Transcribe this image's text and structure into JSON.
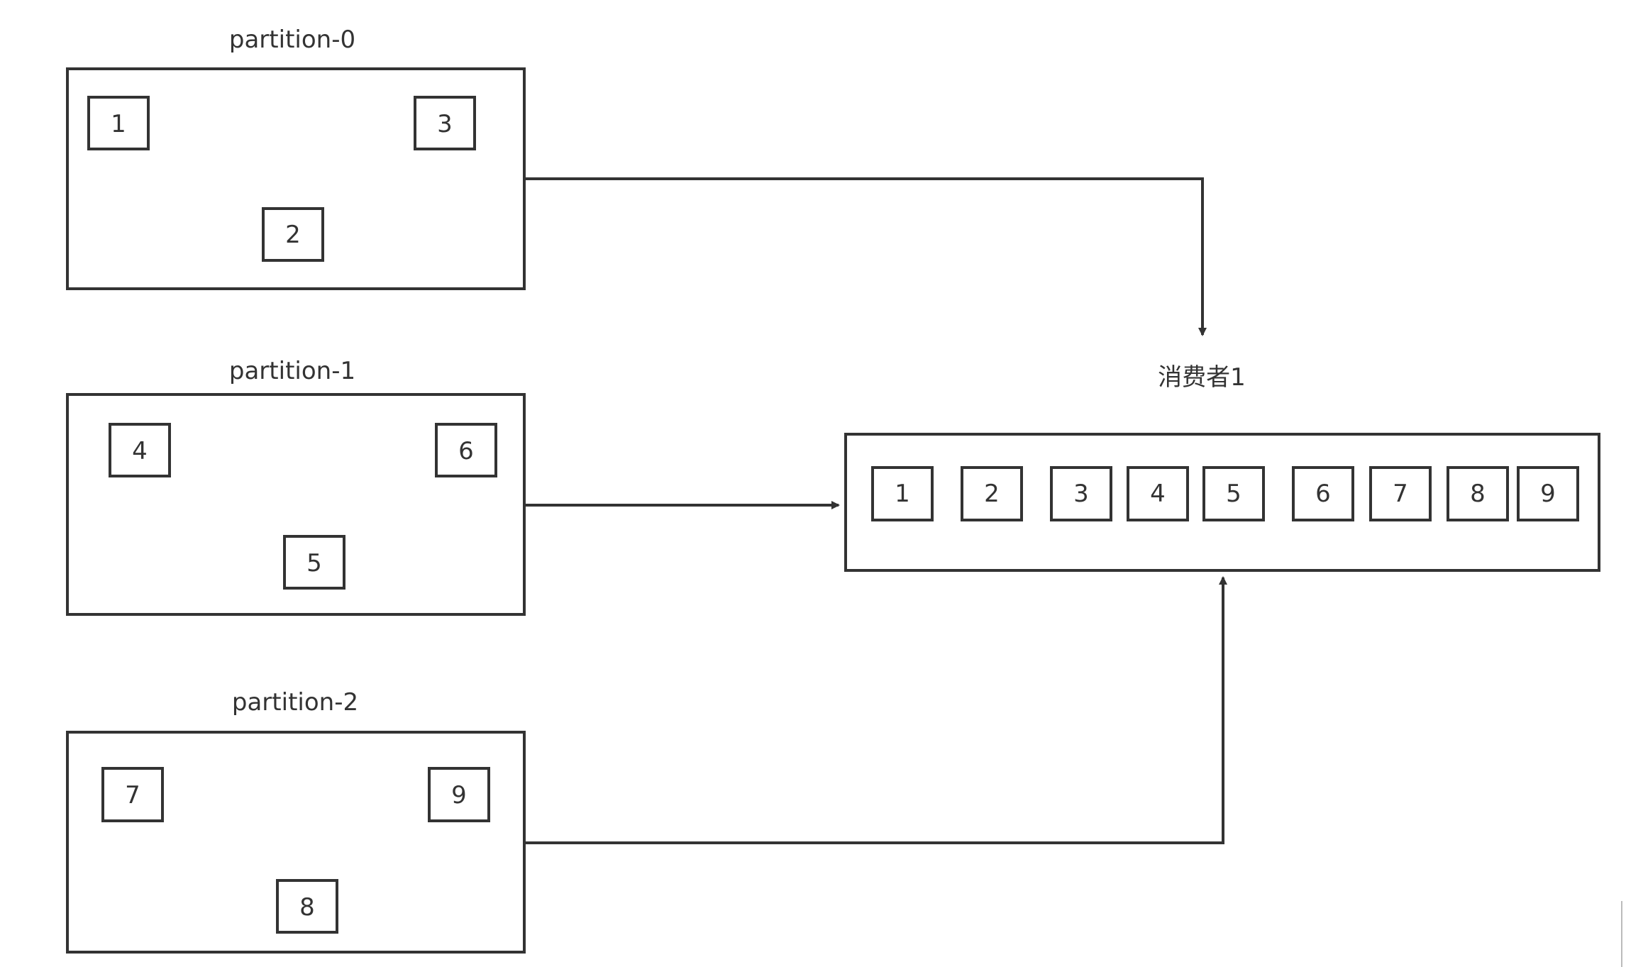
{
  "partitions": [
    {
      "id": "partition-0",
      "label": "partition-0",
      "messages": [
        "1",
        "3",
        "2"
      ]
    },
    {
      "id": "partition-1",
      "label": "partition-1",
      "messages": [
        "4",
        "6",
        "5"
      ]
    },
    {
      "id": "partition-2",
      "label": "partition-2",
      "messages": [
        "7",
        "9",
        "8"
      ]
    }
  ],
  "consumer": {
    "label": "消费者1",
    "messages": [
      "1",
      "2",
      "3",
      "4",
      "5",
      "6",
      "7",
      "8",
      "9"
    ]
  },
  "edges": [
    {
      "from": "partition-0",
      "to": "consumer"
    },
    {
      "from": "partition-1",
      "to": "consumer"
    },
    {
      "from": "partition-2",
      "to": "consumer"
    }
  ],
  "colors": {
    "stroke": "#333333",
    "background": "#ffffff"
  }
}
